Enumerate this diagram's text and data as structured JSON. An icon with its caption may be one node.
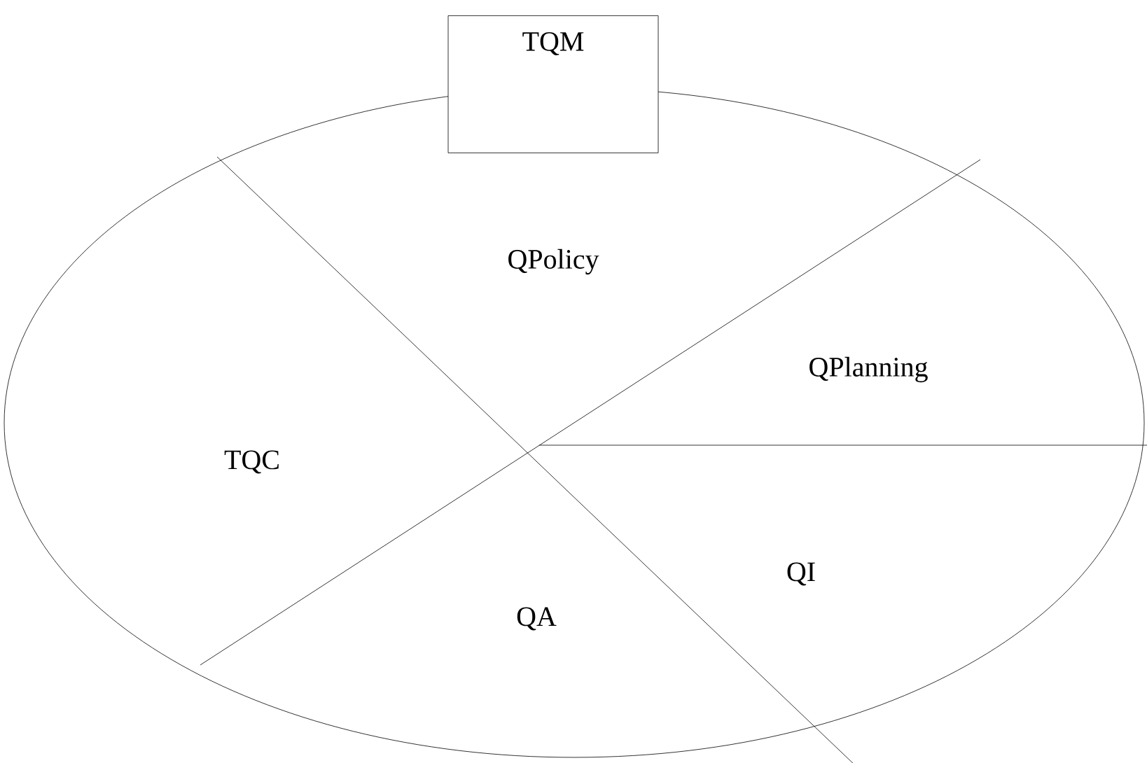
{
  "diagram": {
    "nodes": [
      {
        "text": [],
        "shape": "ellipse"
      },
      {
        "text": [
          "TQM"
        ]
      },
      {
        "text": [
          "QPolicy"
        ],
        "in": 0
      },
      {
        "text": [
          "QPlanning"
        ],
        "in": 0
      },
      {
        "text": [
          "TQC"
        ],
        "in": 0
      },
      {
        "text": [
          "QA"
        ],
        "in": 0
      },
      {
        "text": [
          "QI"
        ],
        "in": 0
      }
    ]
  }
}
